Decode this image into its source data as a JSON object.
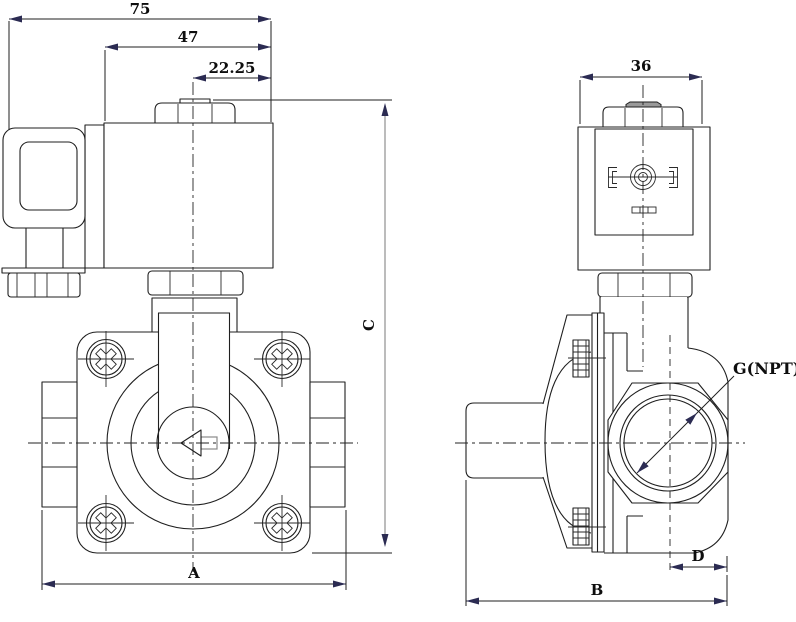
{
  "drawing": {
    "type": "engineering-dimension-drawing",
    "subject": "solenoid-valve-two-view",
    "background": "#ffffff",
    "colors": {
      "line": "#1f1f1f",
      "arrowhead": "#2b2b52",
      "gray_dimension_line": "#8f8f8f",
      "coil_cap_fill": "#9a9a9a",
      "flow_arrow_tail_stroke": "#8a8a8a"
    },
    "icons": {
      "flow_direction": "left-arrow",
      "screw_heads": "phillips-cross",
      "port_thread_callout": "diagonal-diameter-leader"
    },
    "views": {
      "front": "solenoid valve front view with DIN connector, coil, bonnet, square body with 4 phillips screws, hex side ports, flow arrow",
      "side": "solenoid valve side view with coil label plate, flange with two screws, inlet pipe, threaded port boss"
    },
    "dims": {
      "d75": {
        "label": "75"
      },
      "d47": {
        "label": "47"
      },
      "d2225": {
        "label": "22.25"
      },
      "dA": {
        "label": "A"
      },
      "dC": {
        "label": "C"
      },
      "d36": {
        "label": "36"
      },
      "dB": {
        "label": "B"
      },
      "dD": {
        "label": "D"
      },
      "thread": {
        "label": "G(NPT)"
      }
    }
  }
}
